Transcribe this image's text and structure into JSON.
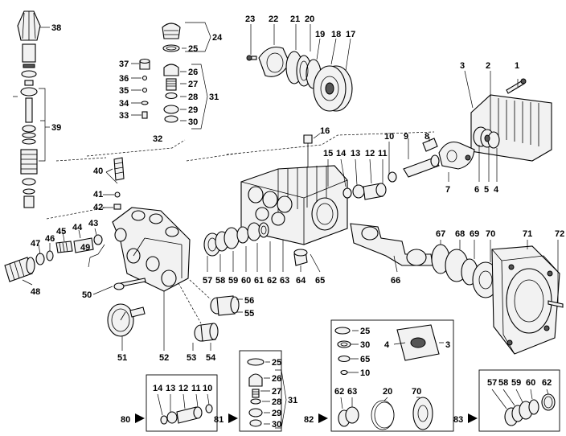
{
  "callouts": [
    {
      "id": "c38",
      "text": "38"
    },
    {
      "id": "c39",
      "text": "39"
    },
    {
      "id": "c37",
      "text": "37"
    },
    {
      "id": "c36",
      "text": "36"
    },
    {
      "id": "c35",
      "text": "35"
    },
    {
      "id": "c34",
      "text": "34"
    },
    {
      "id": "c33",
      "text": "33"
    },
    {
      "id": "c24",
      "text": "24"
    },
    {
      "id": "c25a",
      "text": "25"
    },
    {
      "id": "c26a",
      "text": "26"
    },
    {
      "id": "c27a",
      "text": "27"
    },
    {
      "id": "c28a",
      "text": "28"
    },
    {
      "id": "c29a",
      "text": "29"
    },
    {
      "id": "c30a",
      "text": "30"
    },
    {
      "id": "c31a",
      "text": "31"
    },
    {
      "id": "c23",
      "text": "23"
    },
    {
      "id": "c22",
      "text": "22"
    },
    {
      "id": "c21",
      "text": "21"
    },
    {
      "id": "c20a",
      "text": "20"
    },
    {
      "id": "c19",
      "text": "19"
    },
    {
      "id": "c18",
      "text": "18"
    },
    {
      "id": "c17",
      "text": "17"
    },
    {
      "id": "c3a",
      "text": "3"
    },
    {
      "id": "c2",
      "text": "2"
    },
    {
      "id": "c1",
      "text": "1"
    },
    {
      "id": "c16",
      "text": "16"
    },
    {
      "id": "c15",
      "text": "15"
    },
    {
      "id": "c14a",
      "text": "14"
    },
    {
      "id": "c13a",
      "text": "13"
    },
    {
      "id": "c12a",
      "text": "12"
    },
    {
      "id": "c11a",
      "text": "11"
    },
    {
      "id": "c10a",
      "text": "10"
    },
    {
      "id": "c9",
      "text": "9"
    },
    {
      "id": "c8",
      "text": "8"
    },
    {
      "id": "c7",
      "text": "7"
    },
    {
      "id": "c6",
      "text": "6"
    },
    {
      "id": "c5",
      "text": "5"
    },
    {
      "id": "c4a",
      "text": "4"
    },
    {
      "id": "c32",
      "text": "32"
    },
    {
      "id": "c40",
      "text": "40"
    },
    {
      "id": "c41",
      "text": "41"
    },
    {
      "id": "c42",
      "text": "42"
    },
    {
      "id": "c43",
      "text": "43"
    },
    {
      "id": "c44",
      "text": "44"
    },
    {
      "id": "c45",
      "text": "45"
    },
    {
      "id": "c46",
      "text": "46"
    },
    {
      "id": "c47",
      "text": "47"
    },
    {
      "id": "c48",
      "text": "48"
    },
    {
      "id": "c49",
      "text": "49"
    },
    {
      "id": "c50",
      "text": "50"
    },
    {
      "id": "c51",
      "text": "51"
    },
    {
      "id": "c52",
      "text": "52"
    },
    {
      "id": "c53",
      "text": "53"
    },
    {
      "id": "c54",
      "text": "54"
    },
    {
      "id": "c55",
      "text": "55"
    },
    {
      "id": "c56",
      "text": "56"
    },
    {
      "id": "c57a",
      "text": "57"
    },
    {
      "id": "c58a",
      "text": "58"
    },
    {
      "id": "c59a",
      "text": "59"
    },
    {
      "id": "c60a",
      "text": "60"
    },
    {
      "id": "c61",
      "text": "61"
    },
    {
      "id": "c62a",
      "text": "62"
    },
    {
      "id": "c63a",
      "text": "63"
    },
    {
      "id": "c64",
      "text": "64"
    },
    {
      "id": "c65a",
      "text": "65"
    },
    {
      "id": "c66",
      "text": "66"
    },
    {
      "id": "c67",
      "text": "67"
    },
    {
      "id": "c68",
      "text": "68"
    },
    {
      "id": "c69",
      "text": "69"
    },
    {
      "id": "c70a",
      "text": "70"
    },
    {
      "id": "c71",
      "text": "71"
    },
    {
      "id": "c72",
      "text": "72"
    },
    {
      "id": "k25",
      "text": "25"
    },
    {
      "id": "k30",
      "text": "30"
    },
    {
      "id": "k65",
      "text": "65"
    },
    {
      "id": "k10",
      "text": "10"
    },
    {
      "id": "k4",
      "text": "4"
    },
    {
      "id": "k3",
      "text": "3"
    },
    {
      "id": "k62",
      "text": "62"
    },
    {
      "id": "k63",
      "text": "63"
    },
    {
      "id": "k20",
      "text": "20"
    },
    {
      "id": "k70",
      "text": "70"
    },
    {
      "id": "k82",
      "text": "82"
    },
    {
      "id": "b14",
      "text": "14"
    },
    {
      "id": "b13",
      "text": "13"
    },
    {
      "id": "b12",
      "text": "12"
    },
    {
      "id": "b11",
      "text": "11"
    },
    {
      "id": "b10",
      "text": "10"
    },
    {
      "id": "b80",
      "text": "80"
    },
    {
      "id": "m25",
      "text": "25"
    },
    {
      "id": "m26",
      "text": "26"
    },
    {
      "id": "m27",
      "text": "27"
    },
    {
      "id": "m28",
      "text": "28"
    },
    {
      "id": "m29",
      "text": "29"
    },
    {
      "id": "m30",
      "text": "30"
    },
    {
      "id": "m31",
      "text": "31"
    },
    {
      "id": "m81",
      "text": "81"
    },
    {
      "id": "r57",
      "text": "57"
    },
    {
      "id": "r58",
      "text": "58"
    },
    {
      "id": "r59",
      "text": "59"
    },
    {
      "id": "r60",
      "text": "60"
    },
    {
      "id": "r62",
      "text": "62"
    },
    {
      "id": "r83",
      "text": "83"
    }
  ],
  "kit_labels": {
    "kit80": "80",
    "kit81": "81",
    "kit82": "82",
    "kit83": "83"
  }
}
